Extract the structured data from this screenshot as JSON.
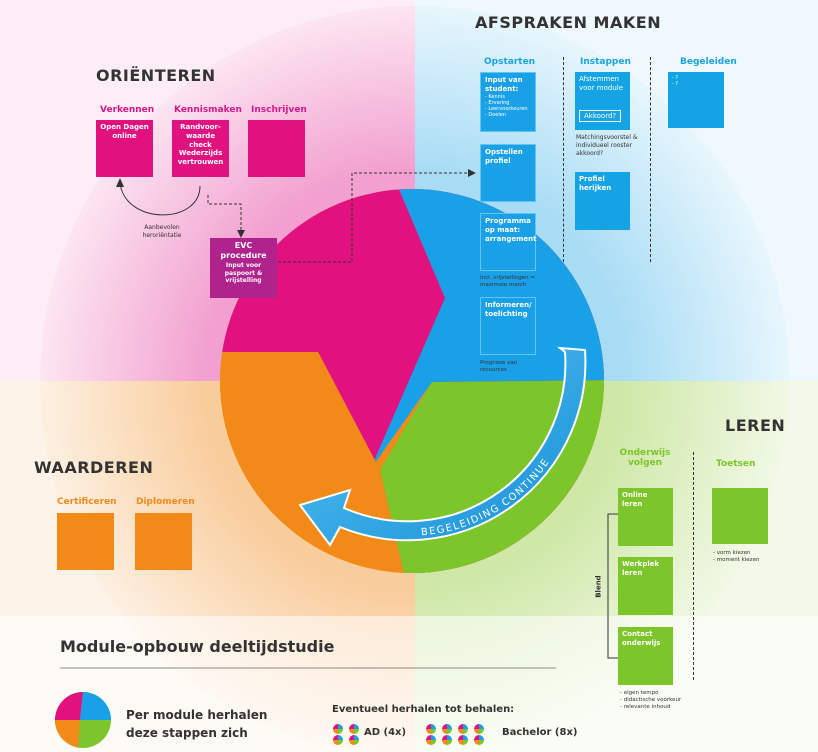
{
  "sections": {
    "orienteren": "ORIËNTEREN",
    "afspraken": "AFSPRAKEN MAKEN",
    "leren": "LEREN",
    "waarderen": "WAARDEREN"
  },
  "orienteren": {
    "columns": [
      "Verkennen",
      "Kennismaken",
      "Inschrijven"
    ],
    "box_open_dagen": "Open Dagen online",
    "box_randvoorwaarde": "Randvoor-waarde check Wederzijds vertrouwen",
    "loop_label": "Aanbevolen heroriëntatie"
  },
  "evc": {
    "title": "EVC procedure",
    "subtitle": "Input voor paspoort & vrijstelling"
  },
  "afspraken": {
    "columns": [
      "Opstarten",
      "Instappen",
      "Begeleiden"
    ],
    "input_title": "Input van student:",
    "input_items": [
      "- Kennis",
      "- Ervaring",
      "- Leervoorkeuren",
      "- Doelen"
    ],
    "box_opstellen": "Opstellen profiel",
    "box_programma": "Programma op maat: arrangement",
    "note_programma": "Incl. vrijstellingen = maximale match",
    "box_informeren": "Informeren/ toelichting",
    "note_informeren": "Prognose van recources",
    "box_afstemmen": "Afstemmen voor module",
    "akkoord": "Akkoord?",
    "note_matching": "Matchingsvoorstel & individueel rooster akkoord?",
    "box_profiel": "Profiel herijken",
    "begeleiden_items": [
      "- ?",
      "- ?"
    ]
  },
  "leren": {
    "columns": [
      "Onderwijs volgen",
      "Toetsen"
    ],
    "box_online": "Online leren",
    "box_werkplek": "Werkplek leren",
    "box_contact": "Contact onderwijs",
    "blend": "Blend",
    "notes_left": [
      "- eigen tempo",
      "- didactische voorkeur",
      "- relevante inhoud"
    ],
    "notes_right": [
      "- vorm kiezen",
      "- moment kiezen"
    ]
  },
  "waarderen": {
    "columns": [
      "Certificeren",
      "Diplomeren"
    ]
  },
  "arrow_label": "BEGELEIDING CONTINUE",
  "footer": {
    "title": "Module-opbouw deeltijdstudie",
    "repeat_text": "Per module herhalen deze stappen zich",
    "repeat_heading": "Eventueel herhalen tot behalen:",
    "ad_label": "AD (4x)",
    "bachelor_label": "Bachelor (8x)"
  },
  "colors": {
    "pink": "#e1127f",
    "blue": "#1aa0e6",
    "green": "#7cc52a",
    "orange": "#f28a1a",
    "purple": "#b0238c"
  }
}
